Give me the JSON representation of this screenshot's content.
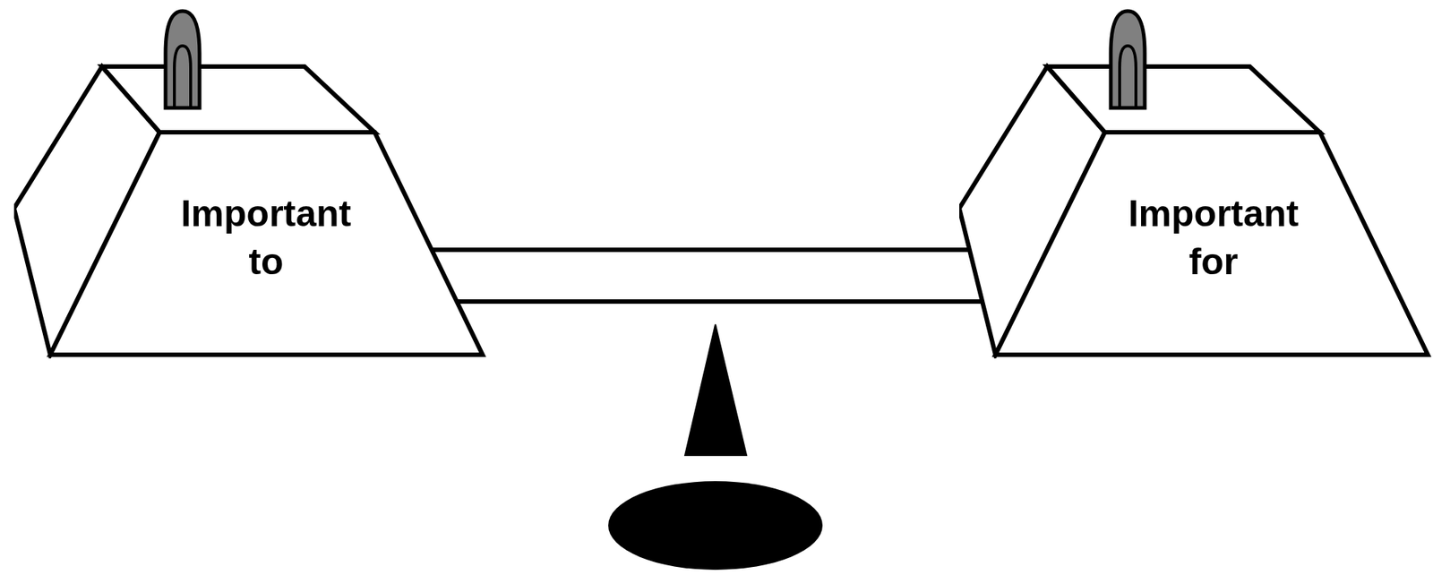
{
  "diagram": {
    "nodes": [
      {
        "text": [
          "Important to"
        ]
      },
      {
        "text": [
          "Important for"
        ]
      }
    ],
    "edges": [
      {
        "from": 0,
        "to": 1,
        "arrow": "none"
      }
    ]
  }
}
